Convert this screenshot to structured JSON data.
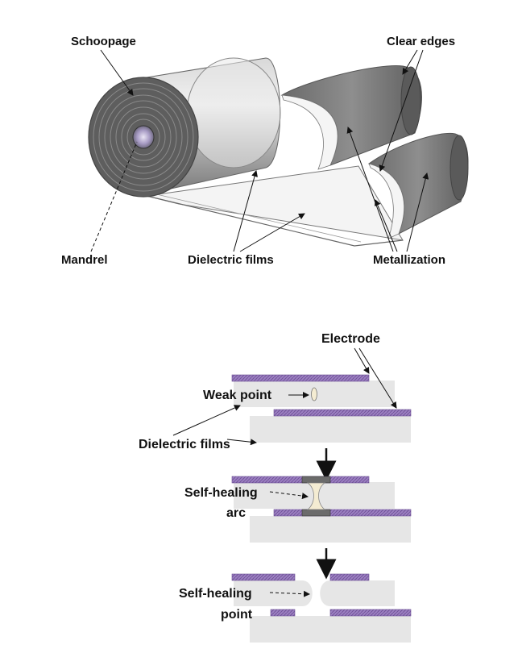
{
  "top_diagram": {
    "labels": {
      "schoopage": "Schoopage",
      "clear_edges": "Clear edges",
      "mandrel": "Mandrel",
      "dielectric_films": "Dielectric films",
      "metallization": "Metallization"
    }
  },
  "bottom_diagram": {
    "labels": {
      "electrode": "Electrode",
      "weak_point": "Weak point",
      "dielectric_films": "Dielectric films",
      "self_healing_arc_line1": "Self-healing",
      "self_healing_arc_line2": "arc",
      "self_healing_point_line1": "Self-healing",
      "self_healing_point_line2": "point"
    }
  },
  "colors": {
    "electrode": "#9b7fc1",
    "dielectric": "#e6e6e6",
    "roll_dark": "#6c6c6c",
    "roll_light": "#c9c9c9"
  }
}
